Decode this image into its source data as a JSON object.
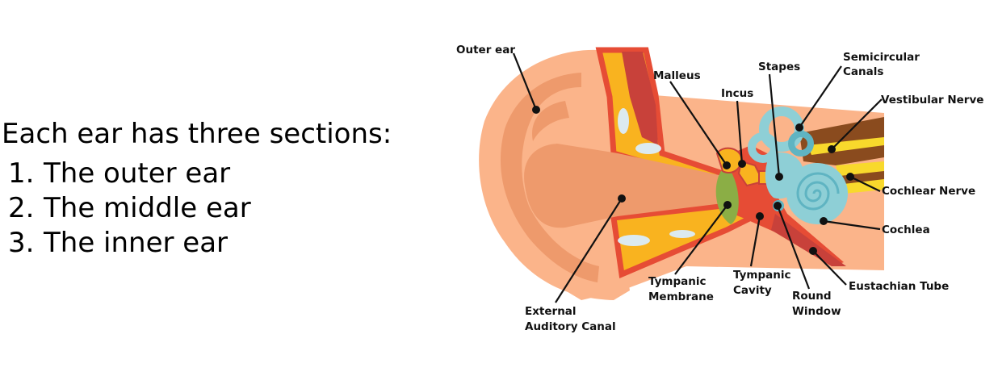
{
  "intro": {
    "heading": "Each ear has three sections:",
    "items": [
      {
        "num": "1.",
        "text": "The outer ear"
      },
      {
        "num": "2.",
        "text": "The middle ear"
      },
      {
        "num": "3.",
        "text": "The inner ear"
      }
    ]
  },
  "labels": {
    "outer_ear": "Outer ear",
    "malleus": "Malleus",
    "incus": "Incus",
    "stapes": "Stapes",
    "semicircular_1": "Semicircular",
    "semicircular_2": "Canals",
    "vestibular_nerve": "Vestibular Nerve",
    "cochlear_nerve": "Cochlear Nerve",
    "cochlea": "Cochlea",
    "eustachian_tube": "Eustachian Tube",
    "round_window_1": "Round",
    "round_window_2": "Window",
    "tympanic_cavity_1": "Tympanic",
    "tympanic_cavity_2": "Cavity",
    "tympanic_membrane_1": "Tympanic",
    "tympanic_membrane_2": "Membrane",
    "external_canal_1": "External",
    "external_canal_2": "Auditory Canal"
  },
  "colors": {
    "skin": "#FBB48A",
    "skin_dark": "#EE9A6C",
    "canal": "#E88F5C",
    "yellow": "#F9B31F",
    "red": "#E64C35",
    "dark_red": "#C8413A",
    "green": "#8BAE45",
    "blue": "#8ECFD6",
    "blue_dark": "#5FB4C2",
    "brown": "#8A4B1E",
    "nerve_yellow": "#F8D92C"
  }
}
